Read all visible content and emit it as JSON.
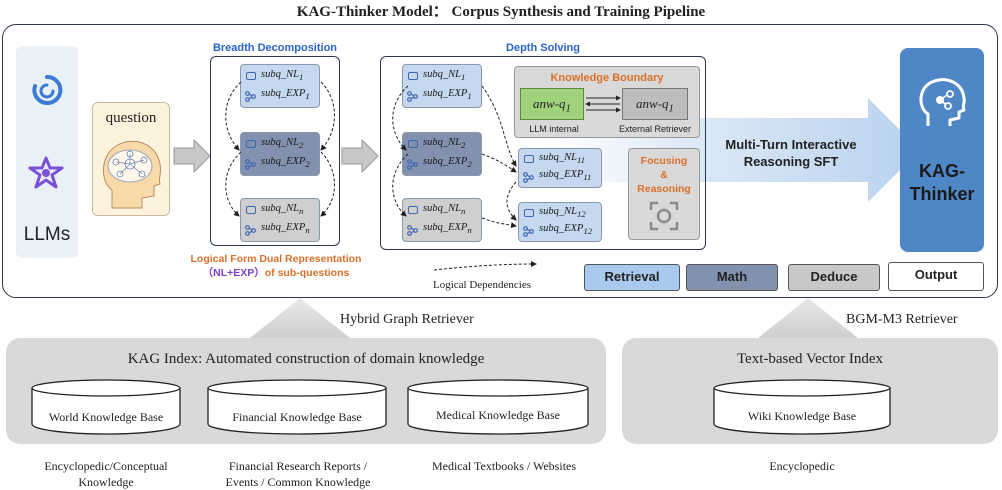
{
  "title": "KAG-Thinker Model： Corpus Synthesis and Training Pipeline",
  "llms": {
    "label": "LLMs"
  },
  "question": {
    "label": "question"
  },
  "breadth": {
    "title": "Breadth Decomposition",
    "items": [
      {
        "nl": "subq_NL",
        "nl_sub": "1",
        "exp": "subq_EXP",
        "exp_sub": "1"
      },
      {
        "nl": "subq_NL",
        "nl_sub": "2",
        "exp": "subq_EXP",
        "exp_sub": "2"
      },
      {
        "nl": "subq_NL",
        "nl_sub": "n",
        "exp": "subq_EXP",
        "exp_sub": "n"
      }
    ],
    "caption_line1": "Logical Form Dual Representation",
    "caption_line2a": "（NL+EXP）",
    "caption_line2b": "of sub-questions"
  },
  "depth": {
    "title": "Depth Solving",
    "items": [
      {
        "nl": "subq_NL",
        "nl_sub": "1",
        "exp": "subq_EXP",
        "exp_sub": "1"
      },
      {
        "nl": "subq_NL",
        "nl_sub": "2",
        "exp": "subq_EXP",
        "exp_sub": "2"
      },
      {
        "nl": "subq_NL",
        "nl_sub": "n",
        "exp": "subq_EXP",
        "exp_sub": "n"
      },
      {
        "nl": "subq_NL",
        "nl_sub": "11",
        "exp": "subq_EXP",
        "exp_sub": "11"
      },
      {
        "nl": "subq_NL",
        "nl_sub": "12",
        "exp": "subq_EXP",
        "exp_sub": "12"
      }
    ],
    "kb_title": "Knowledge Boundary",
    "anw_left": "anw-q",
    "anw_left_sub": "1",
    "anw_right": "anw-q",
    "anw_right_sub": "1",
    "llm_internal": "LLM internal",
    "external_retriever": "External Retriever",
    "focusing_l1": "Focusing",
    "focusing_l2": "&",
    "focusing_l3": "Reasoning"
  },
  "logical_dependencies": "Logical Dependencies",
  "sft": {
    "line1": "Multi-Turn Interactive",
    "line2": "Reasoning SFT"
  },
  "thinker": {
    "line1": "KAG-",
    "line2": "Thinker"
  },
  "legend": {
    "retrieval": "Retrieval",
    "math": "Math",
    "deduce": "Deduce",
    "output": "Output"
  },
  "hybrid_retriever": "Hybrid Graph Retriever",
  "bgm_retriever": "BGM-M3  Retriever",
  "kag_index": {
    "title": "KAG Index: Automated construction of domain knowledge",
    "bases": [
      "World  Knowledge Base",
      "Financial  Knowledge Base",
      "Medical  Knowledge Base"
    ]
  },
  "vector_index": {
    "title": "Text-based Vector  Index",
    "base": "Wiki Knowledge Base"
  },
  "captions": {
    "c1_l1": "Encyclopedic/Conceptual",
    "c1_l2": "Knowledge",
    "c2_l1": "Financial Research Reports /",
    "c2_l2": "Events / Common Knowledge",
    "c3": "Medical Textbooks / Websites",
    "c4": "Encyclopedic"
  },
  "colors": {
    "blue_accent": "#2a64c8",
    "orange_accent": "#d9702a",
    "purple_accent": "#7a3fc8",
    "thinker_blue": "#4f86c6",
    "light_sub": "#c5d8f0",
    "mid_sub": "#8291ae",
    "gray_sub": "#cfcfcf",
    "anw_green": "#9fd27a"
  },
  "icons": [
    "openai-like-logo-icon",
    "gemini-like-logo-icon",
    "head-brain-icon",
    "chat-bubble-icon",
    "branch-graph-icon",
    "focus-frame-icon",
    "arrow-icon"
  ]
}
